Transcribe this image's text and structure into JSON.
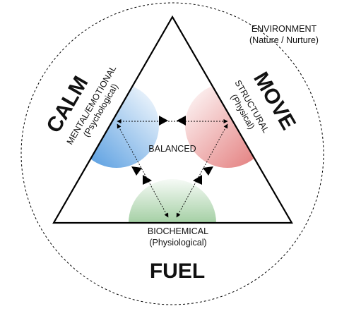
{
  "diagram": {
    "environment": {
      "line1": "ENVIRONMENT",
      "line2": "(Nature / Nurture)"
    },
    "center_label": "BALANCED",
    "calm": {
      "title": "CALM",
      "sub1": "MENTAL/EMOTIONAL",
      "sub2": "(Psychological)"
    },
    "move": {
      "title": "MOVE",
      "sub1": "STRUCTURAL",
      "sub2": "(Physical)"
    },
    "fuel": {
      "title": "FUEL",
      "sub1": "BIOCHEMICAL",
      "sub2": "(Physiological)"
    },
    "colors": {
      "calm_accent": "#4f9be0",
      "move_accent": "#e07a7a",
      "fuel_accent": "#5aa85a",
      "line": "#000000"
    }
  }
}
